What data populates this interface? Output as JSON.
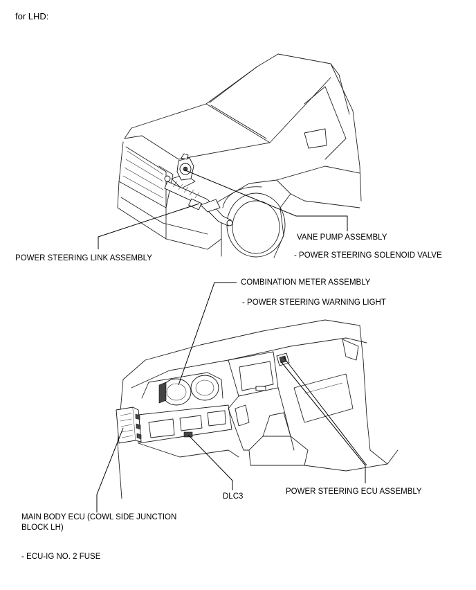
{
  "heading": "for LHD:",
  "labels": {
    "vane_pump": "VANE PUMP ASSEMBLY",
    "solenoid_valve": "- POWER STEERING SOLENOID VALVE",
    "link_assembly": "POWER STEERING LINK ASSEMBLY",
    "combination_meter": "COMBINATION METER ASSEMBLY",
    "warning_light": "- POWER STEERING WARNING LIGHT",
    "dlc3": "DLC3",
    "ps_ecu": "POWER STEERING ECU ASSEMBLY",
    "main_body_ecu_line1": "MAIN BODY ECU (COWL SIDE JUNCTION",
    "main_body_ecu_line2": "BLOCK LH)",
    "ecu_ig_fuse": "- ECU-IG NO. 2 FUSE"
  }
}
